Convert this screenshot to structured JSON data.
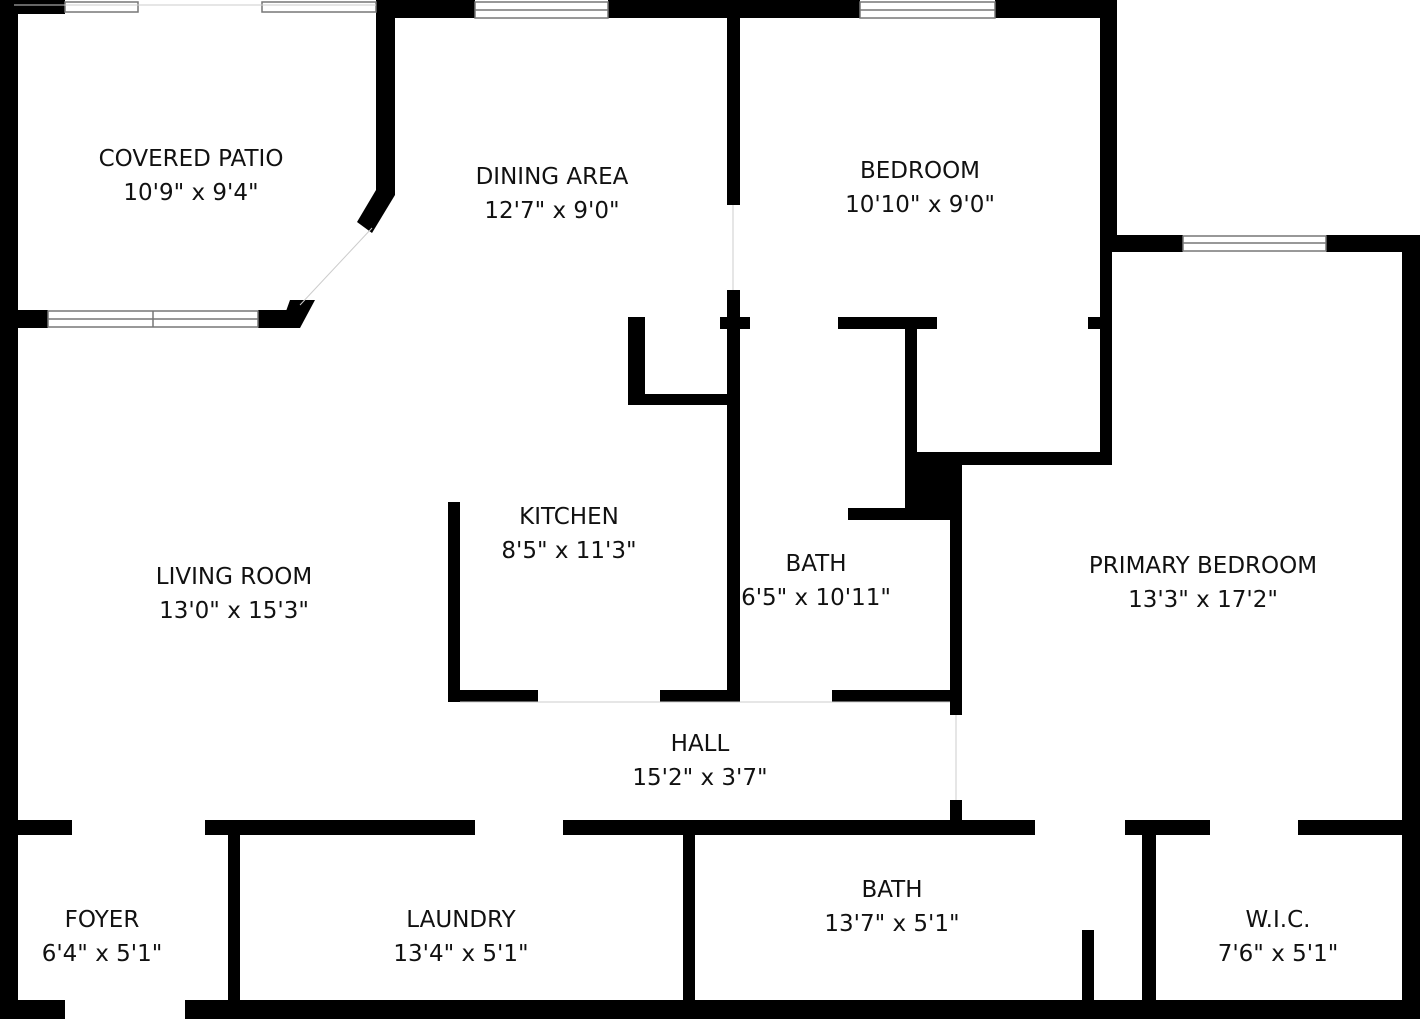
{
  "colors": {
    "wall": "#000000",
    "background": "#ffffff",
    "window_stroke": "#777777"
  },
  "rooms": [
    {
      "id": "covered-patio",
      "name": "COVERED PATIO",
      "size": "10'9\" x 9'4\""
    },
    {
      "id": "dining-area",
      "name": "DINING AREA",
      "size": "12'7\" x 9'0\""
    },
    {
      "id": "bedroom",
      "name": "BEDROOM",
      "size": "10'10\" x 9'0\""
    },
    {
      "id": "kitchen",
      "name": "KITCHEN",
      "size": "8'5\" x 11'3\""
    },
    {
      "id": "living-room",
      "name": "LIVING ROOM",
      "size": "13'0\" x 15'3\""
    },
    {
      "id": "bath-1",
      "name": "BATH",
      "size": "6'5\" x 10'11\""
    },
    {
      "id": "primary-bedroom",
      "name": "PRIMARY BEDROOM",
      "size": "13'3\" x 17'2\""
    },
    {
      "id": "hall",
      "name": "HALL",
      "size": "15'2\" x 3'7\""
    },
    {
      "id": "foyer",
      "name": "FOYER",
      "size": "6'4\" x 5'1\""
    },
    {
      "id": "laundry",
      "name": "LAUNDRY",
      "size": "13'4\" x 5'1\""
    },
    {
      "id": "bath-2",
      "name": "BATH",
      "size": "13'7\" x 5'1\""
    },
    {
      "id": "wic",
      "name": "W.I.C.",
      "size": "7'6\" x 5'1\""
    }
  ]
}
